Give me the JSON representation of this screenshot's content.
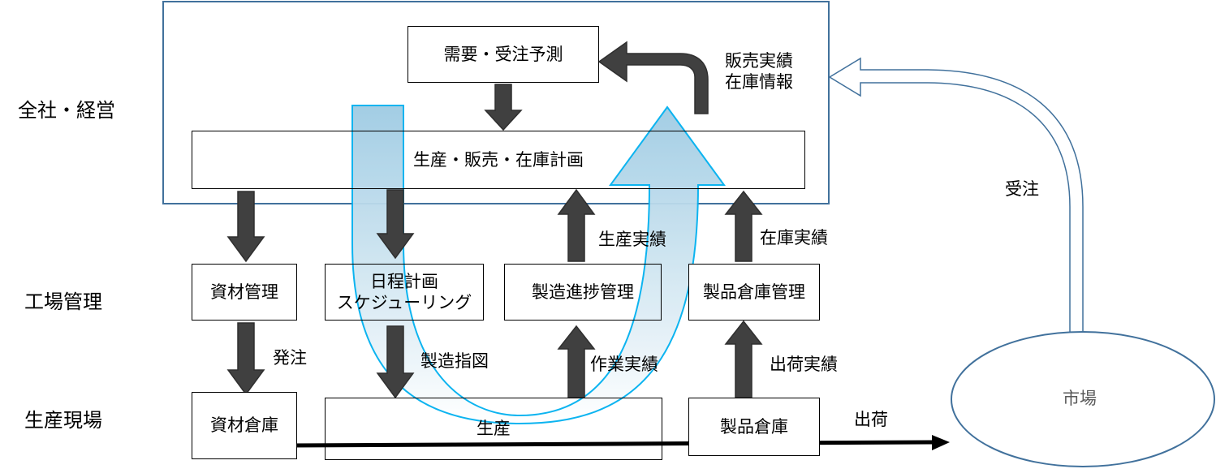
{
  "levels": {
    "corporate": "全社・経営",
    "factory": "工場管理",
    "shopfloor": "生産現場"
  },
  "boxes": {
    "demand_forecast": "需要・受注予測",
    "psi_plan": "生産・販売・在庫計画",
    "material_mgmt": "資材管理",
    "scheduling_line1": "日程計画",
    "scheduling_line2": "スケジューリング",
    "progress_mgmt": "製造進捗管理",
    "product_wh_mgmt": "製品倉庫管理",
    "material_wh": "資材倉庫",
    "production": "生産",
    "product_wh": "製品倉庫",
    "market": "市場"
  },
  "labels": {
    "sales_results_line1": "販売実績",
    "sales_results_line2": "在庫情報",
    "order_received": "受注",
    "production_results": "生産実績",
    "inventory_results": "在庫実績",
    "purchase_order": "発注",
    "manufacturing_instruction": "製造指図",
    "work_results": "作業実績",
    "shipment_results": "出荷実績",
    "shipment": "出荷"
  }
}
